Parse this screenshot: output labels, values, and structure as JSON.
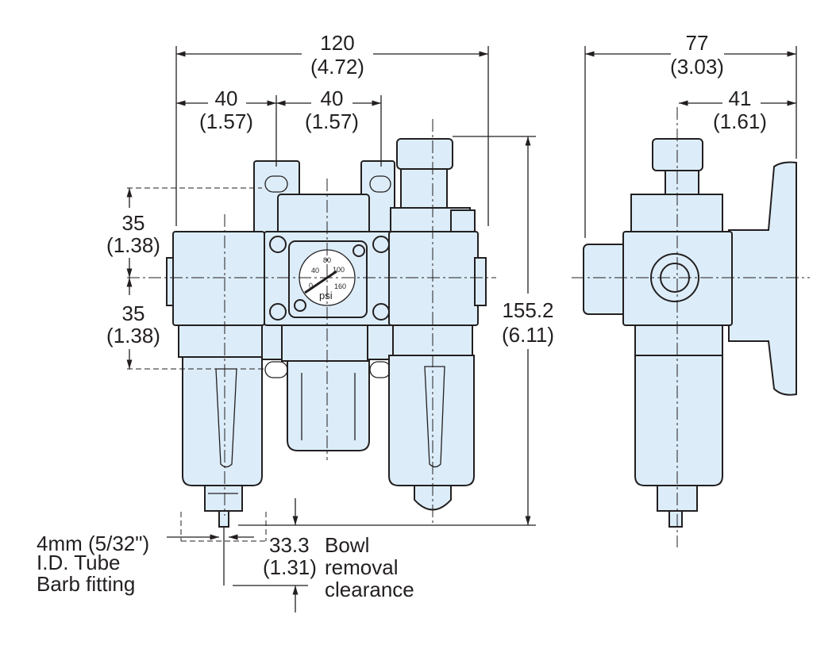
{
  "front_view": {
    "overall_width": {
      "mm": "120",
      "in": "(4.72)"
    },
    "filter_width": {
      "mm": "40",
      "in": "(1.57)"
    },
    "regulator_width": {
      "mm": "40",
      "in": "(1.57)"
    },
    "upper_height": {
      "mm": "35",
      "in": "(1.38)"
    },
    "lower_height": {
      "mm": "35",
      "in": "(1.38)"
    },
    "overall_height": {
      "mm": "155.2",
      "in": "(6.11)"
    },
    "gauge": {
      "ticks": [
        "40",
        "80",
        "100",
        "160"
      ],
      "unit": "psi",
      "zero": "0"
    },
    "barb_note": [
      "4mm (5/32\")",
      "I.D. Tube",
      "Barb fitting"
    ],
    "bowl_clearance": {
      "mm": "33.3",
      "in": "(1.31)",
      "label": [
        "Bowl",
        "removal",
        "clearance"
      ]
    }
  },
  "side_view": {
    "overall_depth": {
      "mm": "77",
      "in": "(3.03)"
    },
    "center_offset": {
      "mm": "41",
      "in": "(1.61)"
    }
  }
}
